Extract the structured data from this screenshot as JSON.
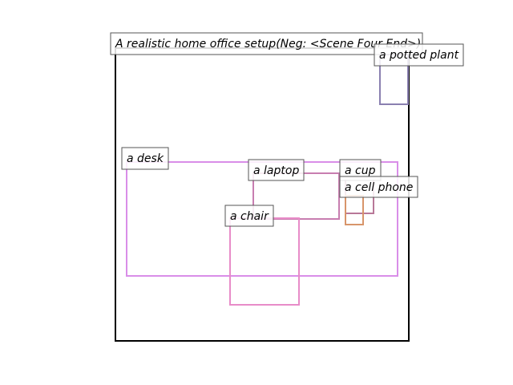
{
  "title": "A realistic home office setup(Neg: <Scene Four End>)",
  "boxes": [
    {
      "label": "a potted plant",
      "color": "#8a80b0"
    },
    {
      "label": "a desk",
      "color": "#d98ee8"
    },
    {
      "label": "a laptop",
      "color": "#c87eb0"
    },
    {
      "label": "a cup",
      "color": "#b87898"
    },
    {
      "label": "a cell phone",
      "color": "#d8956a"
    },
    {
      "label": "a chair",
      "color": "#e88cc8"
    }
  ]
}
